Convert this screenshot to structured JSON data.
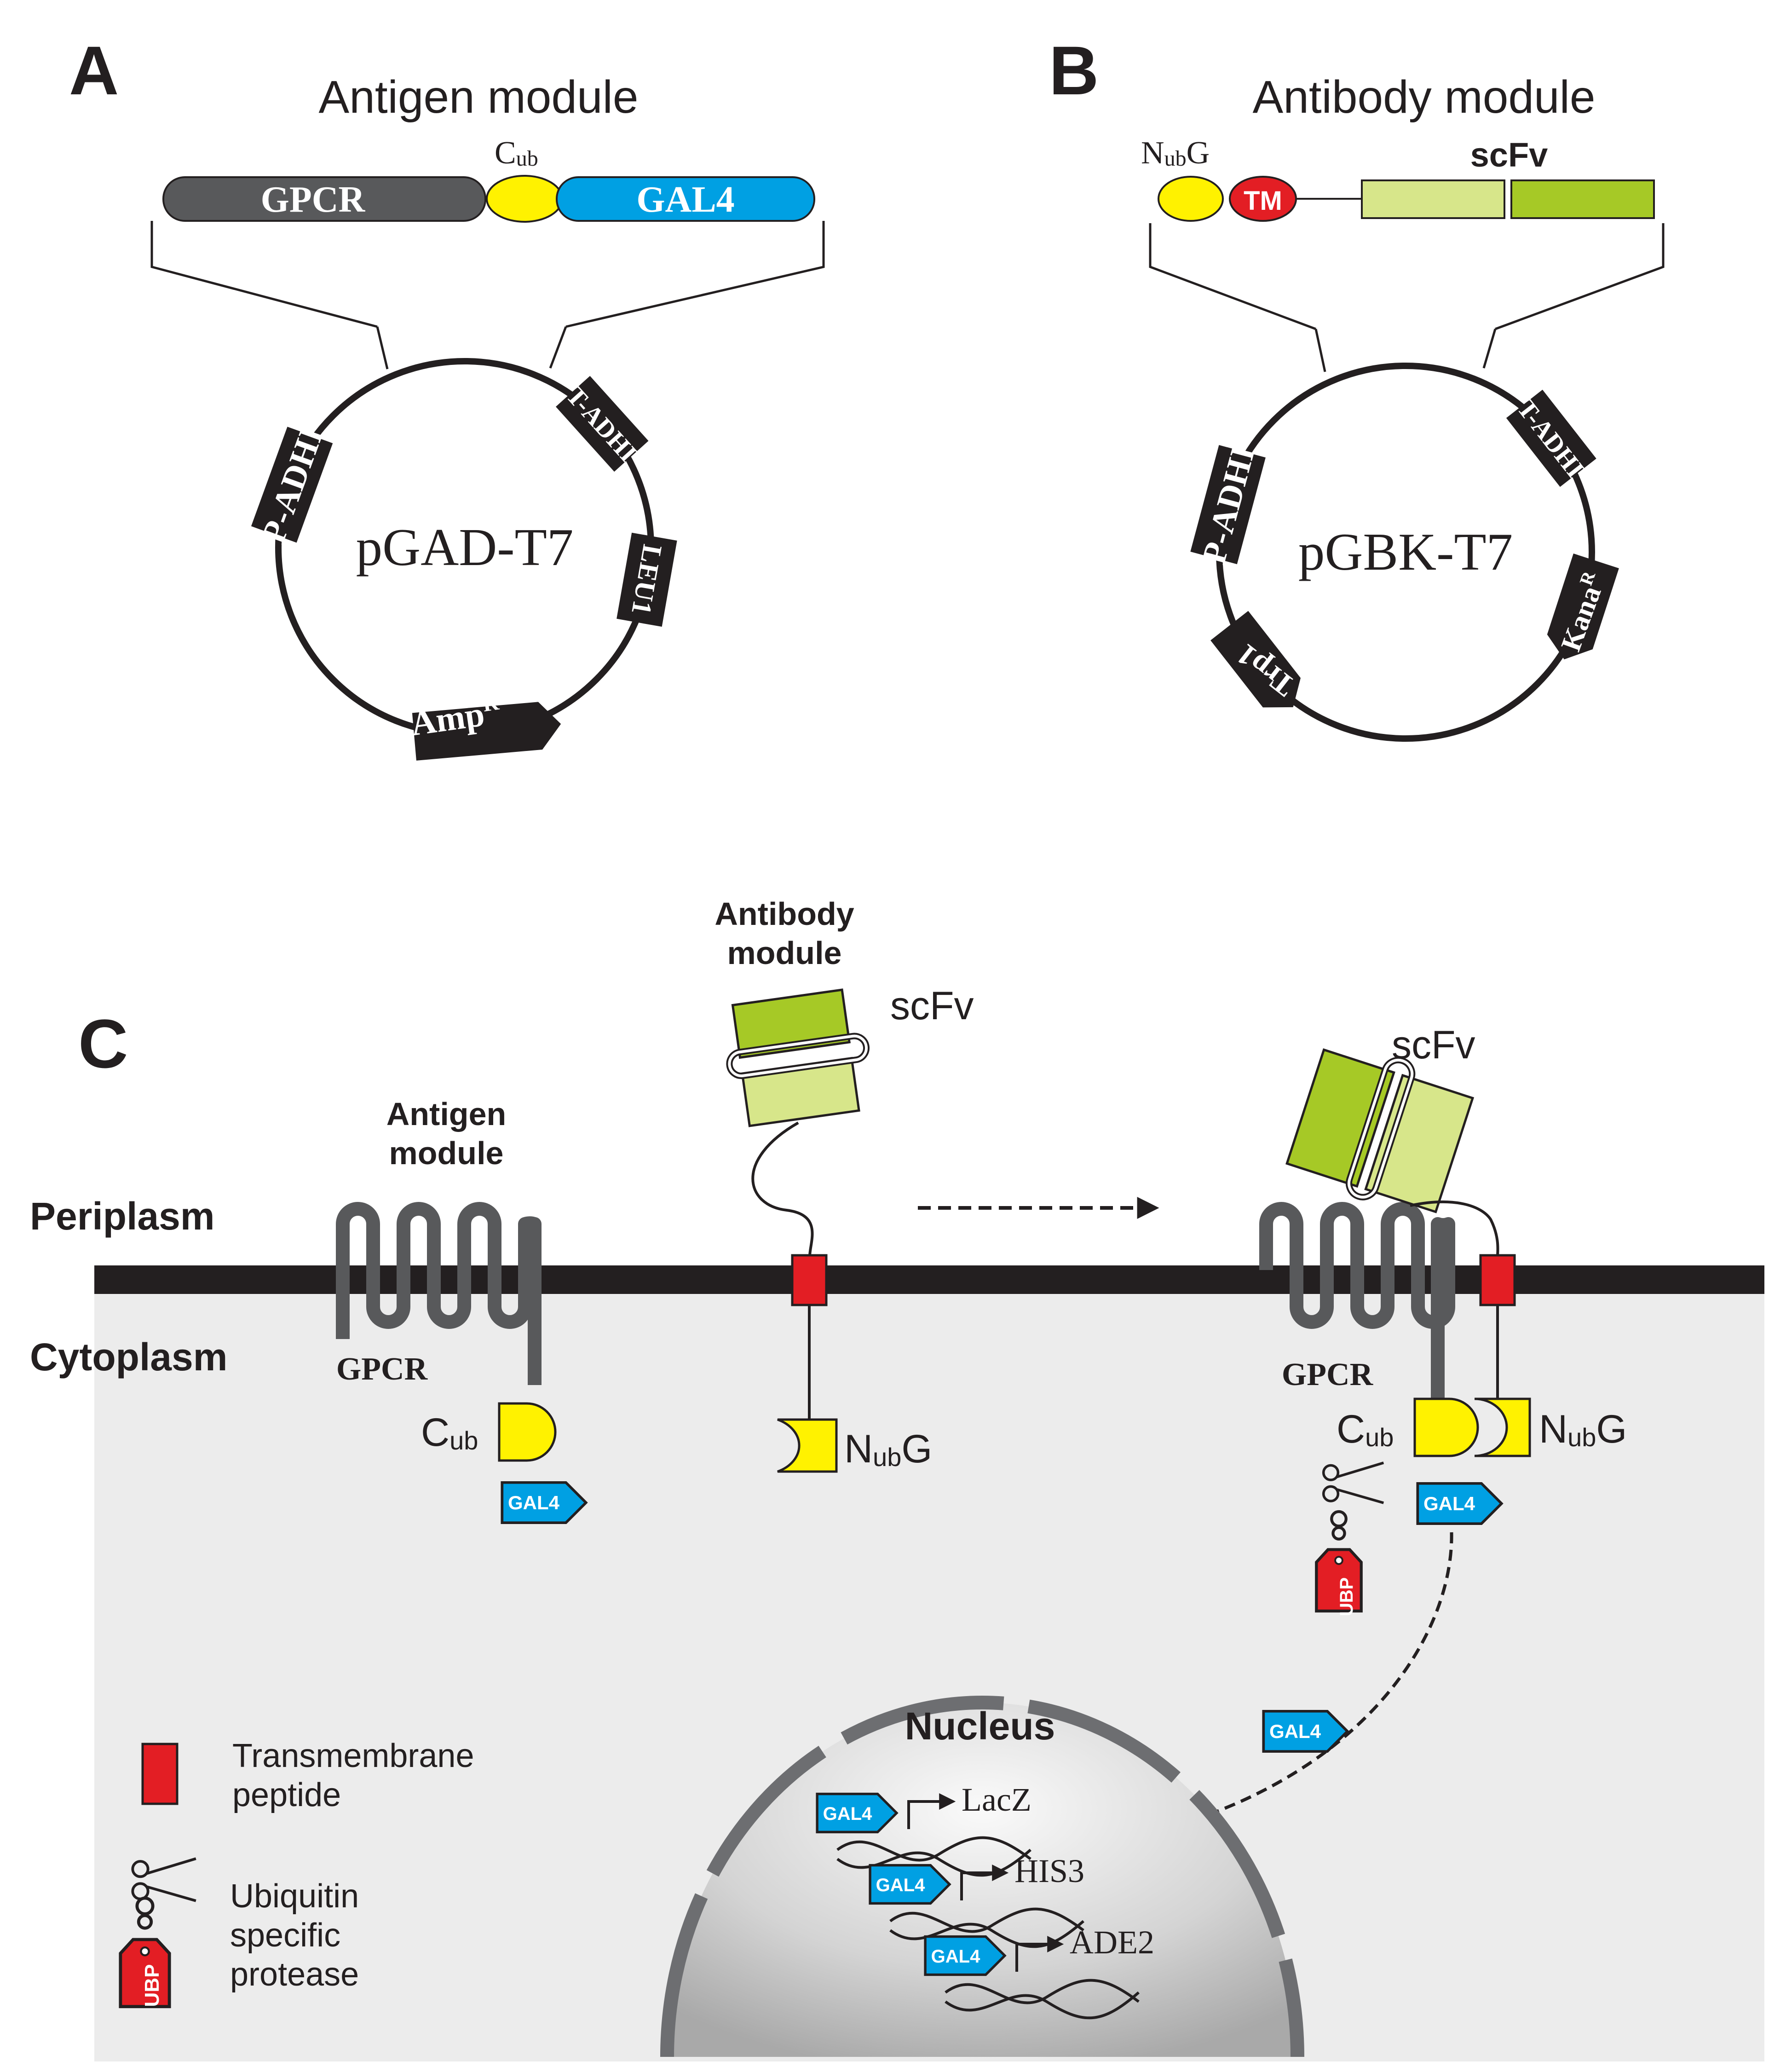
{
  "panels": {
    "a": {
      "letter": "A",
      "title": "Antigen module",
      "construct": {
        "gpcr": "GPCR",
        "cub_base": "C",
        "cub_sub": "ub",
        "gal4": "GAL4"
      },
      "plasmid": {
        "name": "pGAD-T7",
        "p_adh": "P-ADHI",
        "t_adh": "T-ADHI",
        "leu": "LEU1",
        "amp_base": "Amp",
        "amp_sup": "R"
      }
    },
    "b": {
      "letter": "B",
      "title": "Antibody module",
      "construct": {
        "nub_base": "N",
        "nub_sub": "ub",
        "nub_tail": "G",
        "tm": "TM",
        "scfv": "scFv"
      },
      "plasmid": {
        "name": "pGBK-T7",
        "p_adh": "P-ADHI",
        "t_adh": "T-ADHI",
        "kana_base": "Kana",
        "kana_sup": "R",
        "trp": "Trp1"
      }
    },
    "c": {
      "letter": "C",
      "periplasm": "Periplasm",
      "cytoplasm": "Cytoplasm",
      "antigen_module_l1": "Antigen",
      "antigen_module_l2": "module",
      "antibody_module_l1": "Antibody",
      "antibody_module_l2": "module",
      "gpcr": "GPCR",
      "scfv": "scFv",
      "cub_base": "C",
      "cub_sub": "ub",
      "nub_base": "N",
      "nub_sub": "ub",
      "nub_tail": "G",
      "gal4": "GAL4",
      "ubp": "UBP",
      "nucleus": "Nucleus",
      "genes": [
        "LacZ",
        "HIS3",
        "ADE2"
      ],
      "legend": {
        "tm_l1": "Transmembrane",
        "tm_l2": "peptide",
        "ubp_l1": "Ubiquitin",
        "ubp_l2": "specific",
        "ubp_l3": "protease"
      }
    }
  },
  "colors": {
    "gpcr_dark": "#58595b",
    "cub_yellow": "#fff200",
    "gal4_blue": "#00a0e3",
    "tm_red": "#e31e24",
    "scfv_light": "#d7e68a",
    "scfv_dark": "#a6c926",
    "cytoplasm_bg": "#ececec",
    "membrane": "#231f20"
  }
}
